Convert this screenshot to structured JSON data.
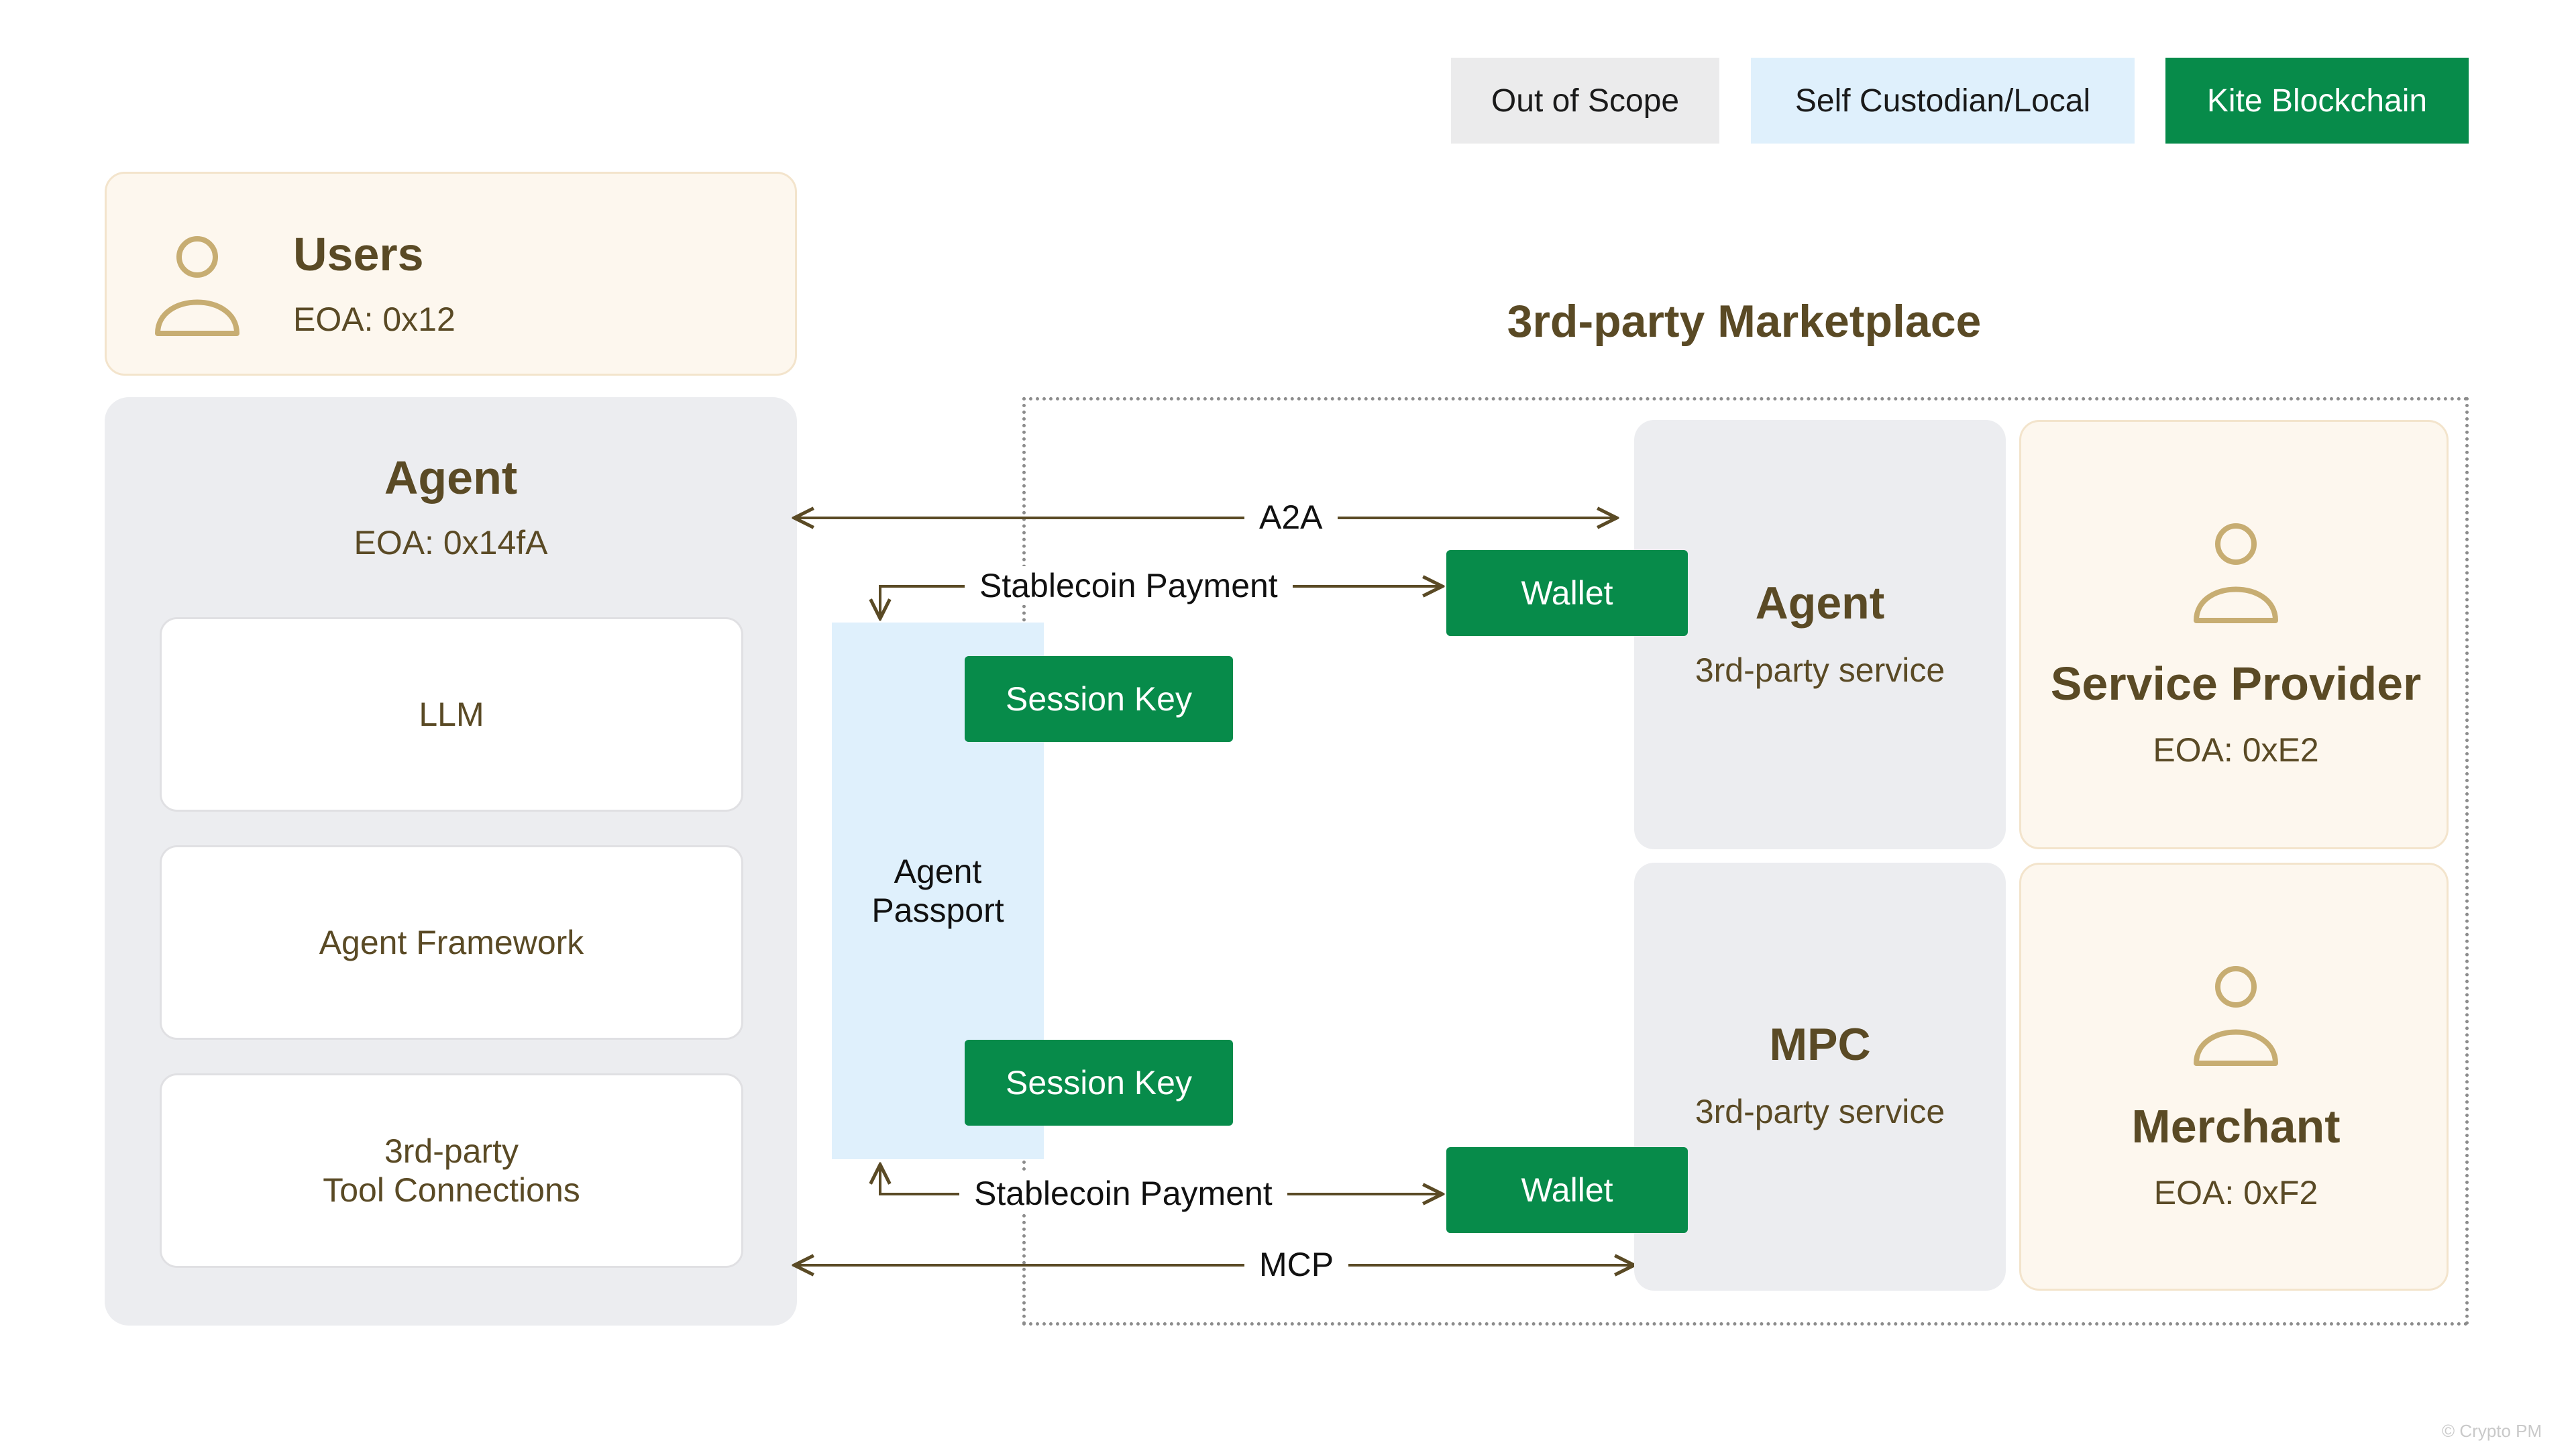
{
  "legend": {
    "out_of_scope": "Out of Scope",
    "self_custodian": "Self Custodian/Local",
    "kite_blockchain": "Kite Blockchain"
  },
  "users": {
    "title": "Users",
    "eoa": "EOA: 0x12"
  },
  "agent": {
    "title": "Agent",
    "eoa": "EOA: 0x14fA",
    "components": [
      "LLM",
      "Agent Framework",
      "3rd-party\nTool Connections"
    ]
  },
  "passport": {
    "label": "Agent\nPassport",
    "session_key_top": "Session Key",
    "session_key_bottom": "Session Key"
  },
  "flows": {
    "a2a": "A2A",
    "mcp": "MCP",
    "stablecoin_top": "Stablecoin Payment",
    "stablecoin_bottom": "Stablecoin Payment"
  },
  "marketplace": {
    "title": "3rd-party Marketplace",
    "wallet_top": "Wallet",
    "wallet_bottom": "Wallet",
    "agent_service": {
      "title": "Agent",
      "sub": "3rd-party service"
    },
    "mpc_service": {
      "title": "MPC",
      "sub": "3rd-party service"
    },
    "service_provider": {
      "title": "Service Provider",
      "eoa": "EOA: 0xE2"
    },
    "merchant": {
      "title": "Merchant",
      "eoa": "EOA: 0xF2"
    }
  },
  "watermark": "© Crypto PM",
  "colors": {
    "kite_green": "#078b4a",
    "self_blue": "#dff0fc",
    "out_grey": "#ebebec",
    "text_brown": "#5a4a25",
    "user_icon": "#c7ad72"
  }
}
